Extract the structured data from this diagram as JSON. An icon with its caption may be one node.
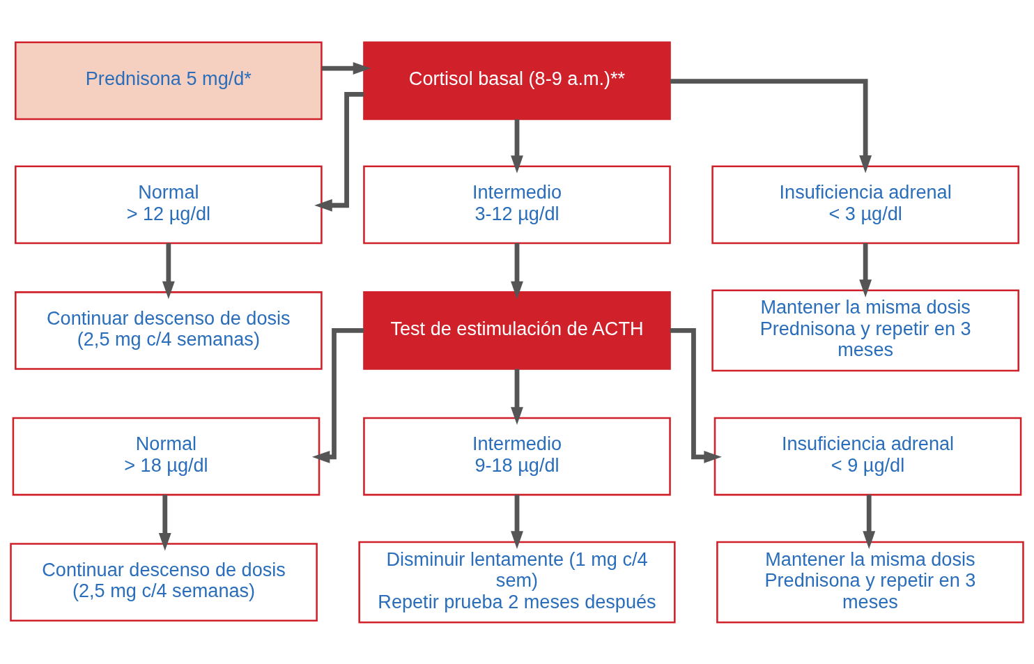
{
  "diagram": {
    "nodes": [
      {
        "text": [
          "Prednisona 5 mg/d*"
        ]
      },
      {
        "text": [
          "Cortisol basal (8-9 a.m.)**"
        ]
      },
      {
        "text": [
          "Normal",
          "> 12 µg/dl"
        ]
      },
      {
        "text": [
          "Intermedio",
          "3-12 µg/dl"
        ]
      },
      {
        "text": [
          "Insuficiencia adrenal",
          "< 3 µg/dl"
        ]
      },
      {
        "text": [
          "Continuar descenso de dosis (2,5 mg c/4 semanas)"
        ]
      },
      {
        "text": [
          "Test de estimulación de ACTH"
        ]
      },
      {
        "text": [
          "Mantener la misma dosis Prednisona y repetir en 3 meses"
        ]
      },
      {
        "text": [
          "Normal",
          "> 18 µg/dl"
        ]
      },
      {
        "text": [
          "Intermedio",
          "9-18 µg/dl"
        ]
      },
      {
        "text": [
          "Insuficiencia adrenal",
          "< 9 µg/dl"
        ]
      },
      {
        "text": [
          "Continuar descenso de dosis (2,5 mg c/4 semanas)"
        ]
      },
      {
        "text": [
          "Disminuir lentamente (1 mg c/4 sem)",
          "Repetir prueba 2 meses después"
        ]
      },
      {
        "text": [
          "Mantener la misma dosis Prednisona y repetir en 3 meses"
        ]
      }
    ],
    "edges": [
      {
        "from": 0,
        "to": 1,
        "arrow": "to"
      },
      {
        "from": 1,
        "to": 2,
        "arrow": "to"
      },
      {
        "from": 1,
        "to": 3,
        "arrow": "to"
      },
      {
        "from": 1,
        "to": 4,
        "arrow": "to"
      },
      {
        "from": 2,
        "to": 5,
        "arrow": "to"
      },
      {
        "from": 3,
        "to": 6,
        "arrow": "to"
      },
      {
        "from": 4,
        "to": 7,
        "arrow": "to"
      },
      {
        "from": 6,
        "to": 8,
        "arrow": "to"
      },
      {
        "from": 6,
        "to": 9,
        "arrow": "to"
      },
      {
        "from": 6,
        "to": 10,
        "arrow": "to"
      },
      {
        "from": 8,
        "to": 11,
        "arrow": "to"
      },
      {
        "from": 9,
        "to": 12,
        "arrow": "to"
      },
      {
        "from": 10,
        "to": 13,
        "arrow": "to"
      }
    ]
  }
}
